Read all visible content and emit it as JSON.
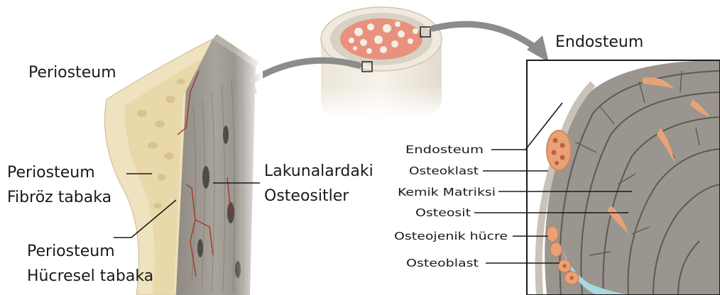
{
  "labels": {
    "periosteum_top": "Periosteum",
    "fibroz_line1": "Periosteum",
    "fibroz_line2": "Fibröz tabaka",
    "hucresel_line1": "Periosteum",
    "hucresel_line2": "Hücresel tabaka",
    "lakuna_line1": "Lakunalardaki",
    "lakuna_line2": "Osteositler",
    "endosteum_title": "Endosteum",
    "endosteum": "Endosteum",
    "osteoklast": "Osteoklast",
    "kemik_matriksi": "Kemik Matriksi",
    "osteosit": "Osteosit",
    "osteojenik_hucre": "Osteojenik hücre",
    "osteoblast": "Osteoblast"
  },
  "colors": {
    "bone_gray": "#9a958e",
    "bone_light": "#c9c2b6",
    "periosteum_cream": "#efe2bf",
    "marrow_pink": "#e8917e",
    "osteoclast_orange": "#e9a277",
    "marrow_blue": "#a9d9e0",
    "arrow_gray": "#8c8c8c"
  }
}
